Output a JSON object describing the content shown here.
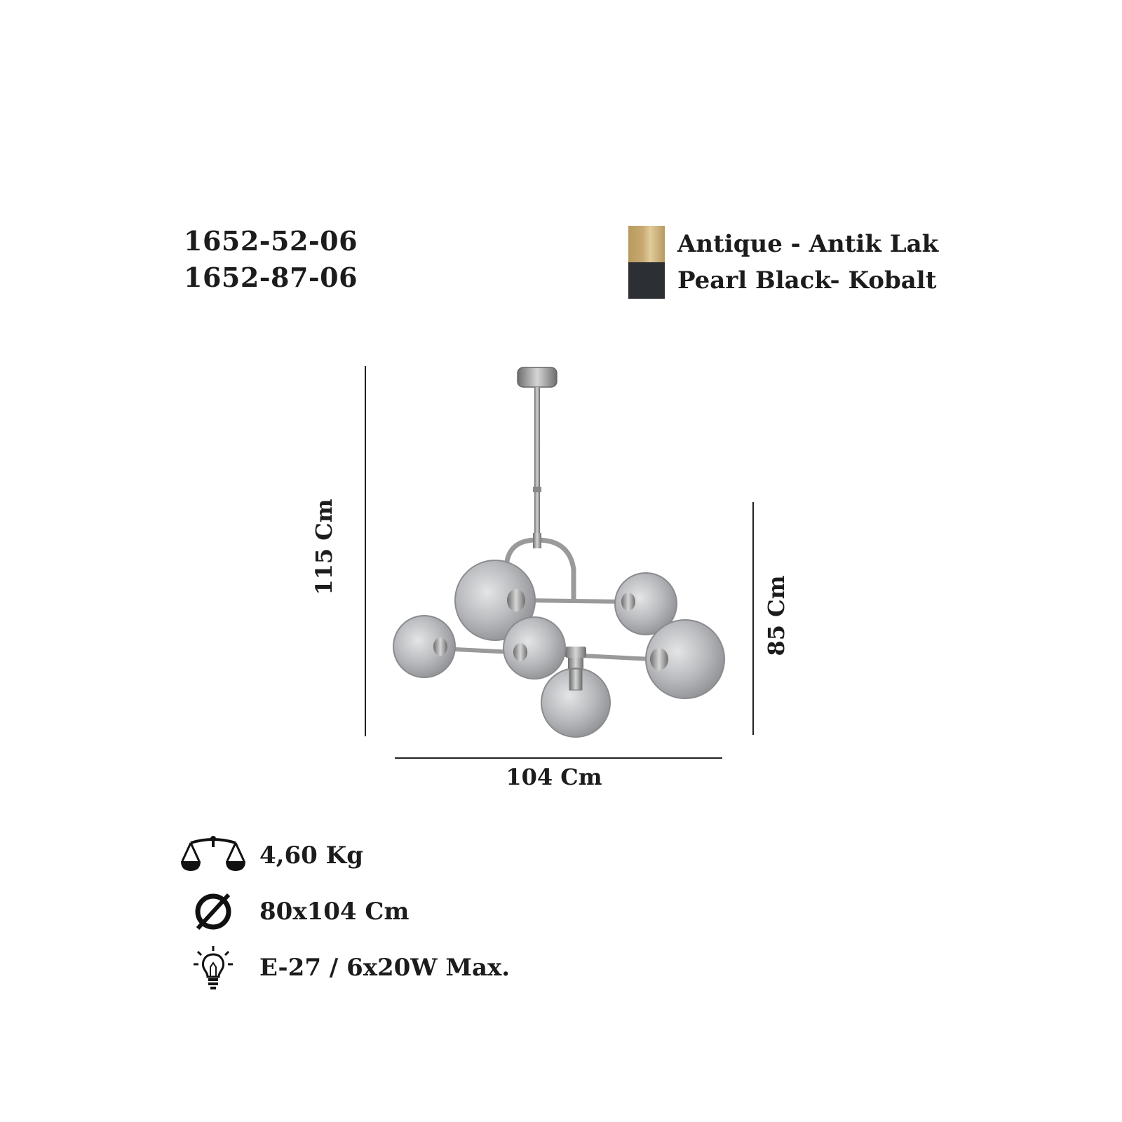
{
  "product": {
    "codes": [
      "1652-52-06",
      "1652-87-06"
    ]
  },
  "finishes": [
    {
      "label": "Antique - Antik Lak",
      "color": "#c8a971"
    },
    {
      "label": "Pearl Black- Kobalt",
      "color": "#2c2f33"
    }
  ],
  "dimensions": {
    "total_height": "115 Cm",
    "body_height": "85 Cm",
    "width": "104 Cm"
  },
  "specs": {
    "weight": {
      "icon": "scale-icon",
      "value": "4,60 Kg"
    },
    "diameter": {
      "icon": "diameter-icon",
      "value": "80x104 Cm"
    },
    "bulb": {
      "icon": "light-bulb-icon",
      "value": "E-27 / 6x20W Max."
    }
  },
  "colors": {
    "chrome": "#9a9a9a",
    "glass": "#b9bbbe",
    "line": "#222222"
  }
}
